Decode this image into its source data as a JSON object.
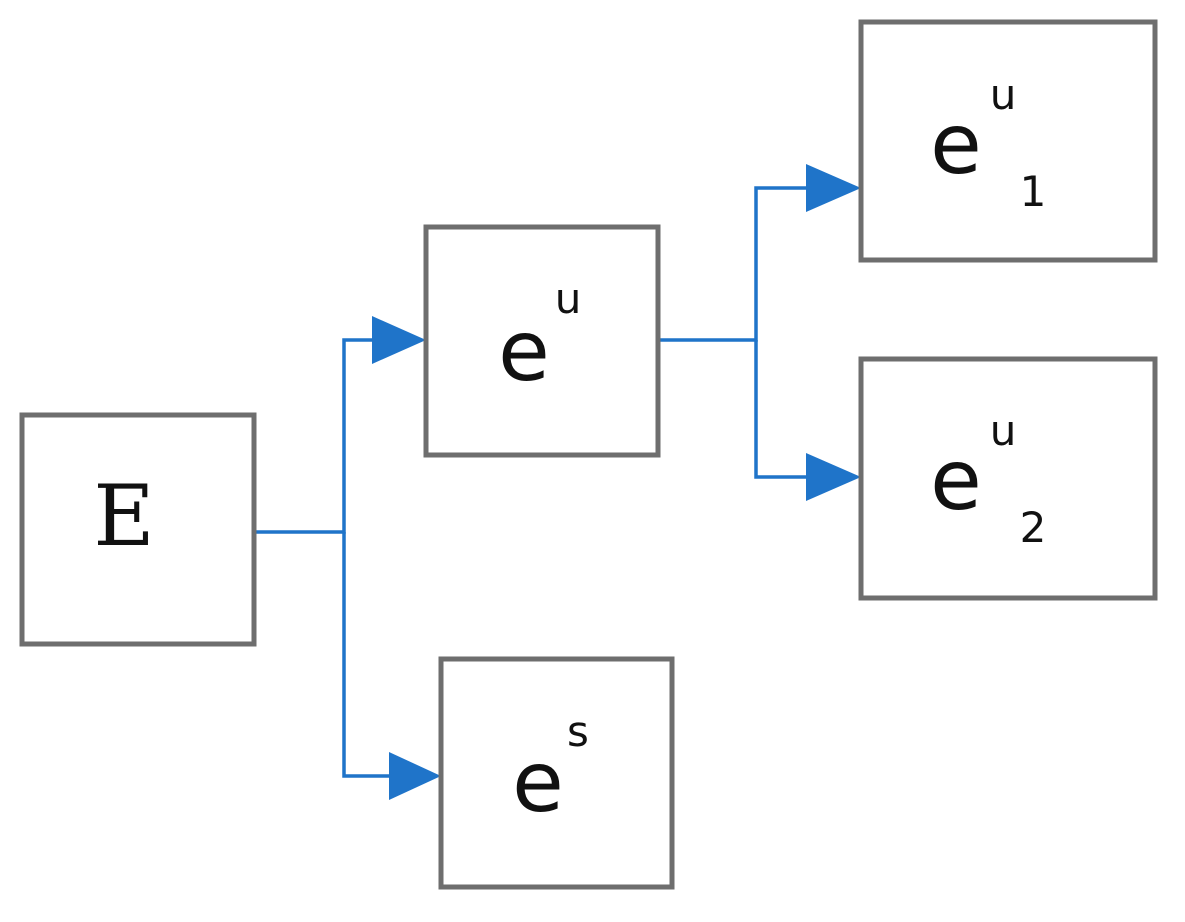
{
  "colors": {
    "edge": "#1f74c9",
    "box_border": "#6e6e6e",
    "text": "#111111"
  },
  "nodes": {
    "E": {
      "label": "E"
    },
    "eu": {
      "label": "e",
      "superscript": "u"
    },
    "es": {
      "label": "e",
      "superscript": "s"
    },
    "eu1": {
      "label": "e",
      "superscript": "u",
      "subscript": "1"
    },
    "eu2": {
      "label": "e",
      "superscript": "u",
      "subscript": "2"
    }
  },
  "edges": [
    {
      "from": "E",
      "to": "eu"
    },
    {
      "from": "E",
      "to": "es"
    },
    {
      "from": "eu",
      "to": "eu1"
    },
    {
      "from": "eu",
      "to": "eu2"
    }
  ]
}
